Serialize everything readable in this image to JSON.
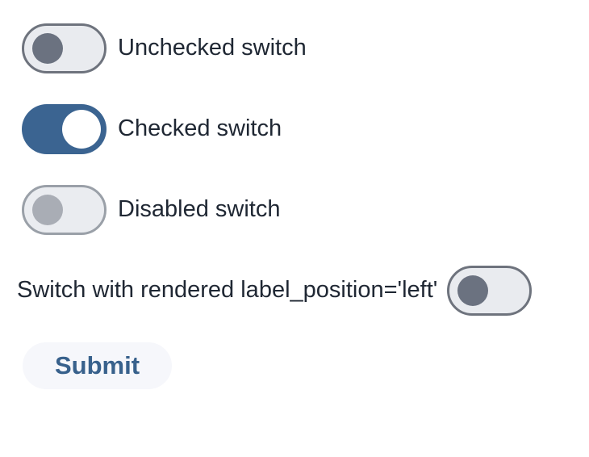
{
  "page": {
    "background": "#ffffff"
  },
  "colors": {
    "label_text": "#1f2733",
    "track_on": "#3b6491",
    "track_off_fill": "#e9ebef",
    "track_off_border": "#6e737d",
    "knob_off": "#6b7280",
    "knob_on": "#ffffff",
    "disabled_track_border": "#9aa0a8",
    "disabled_knob": "#a9adb5",
    "submit_bg": "#f6f7fb",
    "submit_text": "#38618c"
  },
  "switches": [
    {
      "label": "Unchecked switch",
      "state": "unchecked",
      "disabled": false,
      "label_position": "right"
    },
    {
      "label": "Checked switch",
      "state": "checked",
      "disabled": false,
      "label_position": "right"
    },
    {
      "label": "Disabled switch",
      "state": "unchecked",
      "disabled": true,
      "label_position": "right"
    },
    {
      "label": "Switch with rendered label_position='left'",
      "state": "unchecked",
      "disabled": false,
      "label_position": "left"
    }
  ],
  "submit_button": {
    "label": "Submit"
  }
}
